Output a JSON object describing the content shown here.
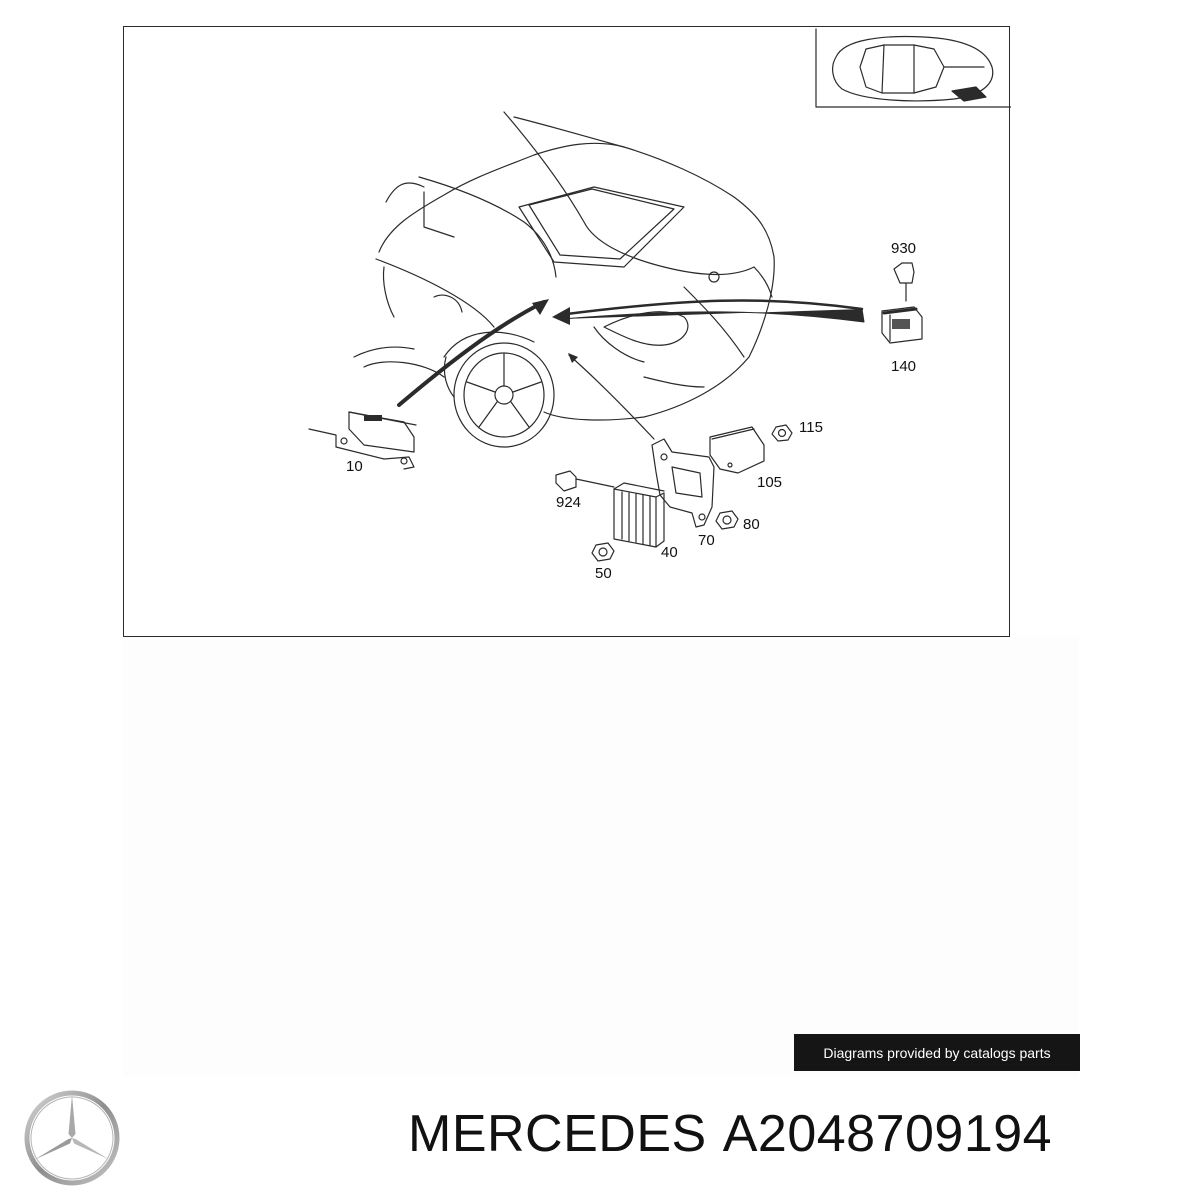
{
  "diagram": {
    "callouts": {
      "p930": "930",
      "p140": "140",
      "p115": "115",
      "p105": "105",
      "p10": "10",
      "p924": "924",
      "p80": "80",
      "p70": "70",
      "p40": "40",
      "p50": "50"
    }
  },
  "credit": "Diagrams provided by catalogs parts",
  "brand": {
    "name": "MERCEDES",
    "part_number": "A2048709194",
    "logo_icon": "mercedes-star-icon"
  },
  "colors": {
    "line": "#2b2b2b",
    "badge_bg": "#151515",
    "logo": "#9a9a9a"
  }
}
